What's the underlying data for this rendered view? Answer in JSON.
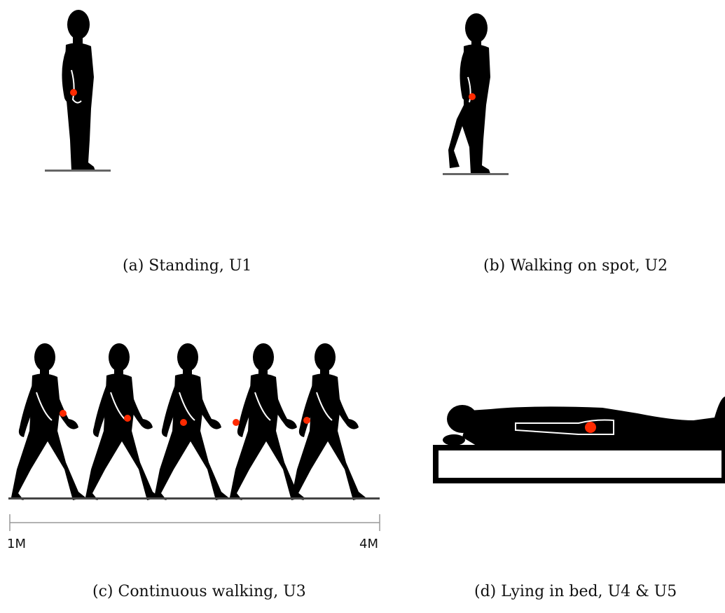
{
  "panels": [
    {
      "caption": "(a) Standing, U1"
    },
    {
      "caption": "(b) Walking on spot, U2"
    },
    {
      "caption": "(c) Continuous walking, U3",
      "scale_start": "1M",
      "scale_end": "4M"
    },
    {
      "caption": "(d) Lying in bed, U4 & U5"
    }
  ],
  "colors": {
    "silhouette": "#000000",
    "sensor": "#ff2a00",
    "ground": "#444444"
  }
}
